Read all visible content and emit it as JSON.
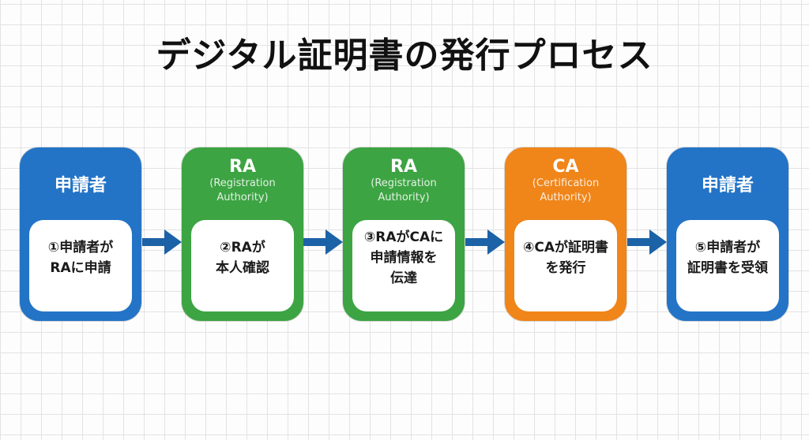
{
  "title": "デジタル証明書の発行プロセス",
  "colors": {
    "applicant": "#2374c6",
    "ra": "#3da443",
    "ca": "#f08519",
    "arrow": "#1c62a6"
  },
  "steps": [
    {
      "role": "applicant",
      "header": "申請者",
      "subtitle": "",
      "text": "①申請者が\nRAに申請"
    },
    {
      "role": "ra",
      "header": "RA",
      "subtitle": "(Registration\nAuthority)",
      "text": "②RAが\n本人確認"
    },
    {
      "role": "ra",
      "header": "RA",
      "subtitle": "(Registration\nAuthority)",
      "text": "③RAがCAに\n申請情報を\n伝達"
    },
    {
      "role": "ca",
      "header": "CA",
      "subtitle": "(Certification\nAuthority)",
      "text": "④CAが証明書\nを発行"
    },
    {
      "role": "applicant",
      "header": "申請者",
      "subtitle": "",
      "text": "⑤申請者が\n証明書を受領"
    }
  ],
  "connectors": [
    {
      "from": 1,
      "to": 2,
      "icon": "right-arrow-icon"
    },
    {
      "from": 2,
      "to": 3,
      "icon": "right-arrow-icon"
    },
    {
      "from": 3,
      "to": 4,
      "icon": "right-arrow-icon"
    },
    {
      "from": 4,
      "to": 5,
      "icon": "right-arrow-icon"
    }
  ]
}
